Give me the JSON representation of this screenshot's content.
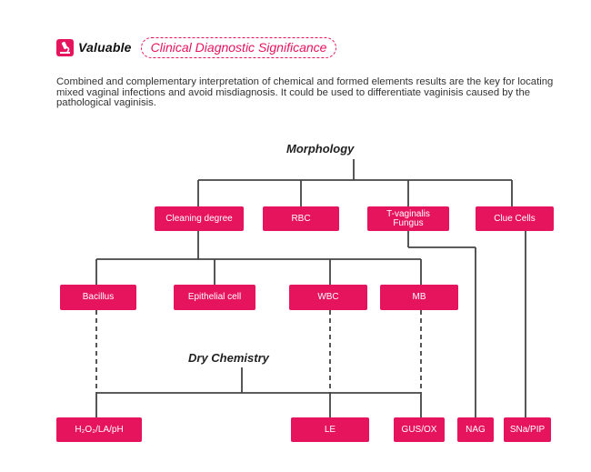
{
  "header": {
    "brand": "Valuable",
    "subtitle": "Clinical Diagnostic Significance"
  },
  "description": "Combined and complementary interpretation of chemical and formed elements results are the key for locating mixed vaginal infections and avoid misdiagnosis. It could be used to differentiate vaginisis caused by the pathological vaginisis.",
  "diagram": {
    "morphology_title": "Morphology",
    "dry_chemistry_title": "Dry Chemistry",
    "row1": {
      "cleaning_degree": "Cleaning degree",
      "rbc": "RBC",
      "t_vaginalis": "T-vaginalis",
      "fungus": "Fungus",
      "clue_cells": "Clue Cells"
    },
    "row2": {
      "bacillus": "Bacillus",
      "epithelial_cell": "Epithelial cell",
      "wbc": "WBC",
      "mb": "MB"
    },
    "row3": {
      "h2o2": "H₂O₂/LA/pH",
      "le": "LE",
      "gus_ox": "GUS/OX",
      "nag": "NAG",
      "sna_pip": "SNa/PIP"
    }
  },
  "colors": {
    "accent": "#e6135d",
    "line": "#444444"
  }
}
